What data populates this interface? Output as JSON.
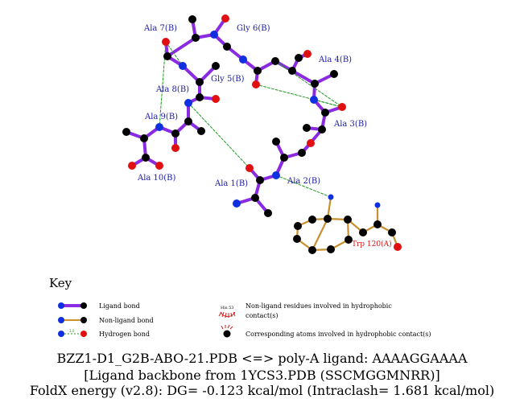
{
  "residue_labels": {
    "ala7": "Ala 7(B)",
    "gly6": "Gly 6(B)",
    "ala4": "Ala 4(B)",
    "gly5": "Gly 5(B)",
    "ala8": "Ala 8(B)",
    "ala3": "Ala 3(B)",
    "ala9": "Ala 9(B)",
    "ala10": "Ala 10(B)",
    "ala1": "Ala 1(B)",
    "ala2": "Ala 2(B)",
    "trp120": "Trp 120(A)"
  },
  "key": {
    "title": "Key",
    "ligand_bond": "Ligand bond",
    "nonligand_bond": "Non-ligand bond",
    "hbond": "Hydrogen bond",
    "hbond_dist": "3.0",
    "his_icon": "His 53",
    "hydrophobic_line1": "Non-ligand residues involved in hydrophobic",
    "hydrophobic_line2": "contact(s)",
    "corresponding": "Corresponding atoms involved in hydrophobic contact(s)"
  },
  "caption": {
    "line1": "BZZ1-D1_G2B-ABO-21.PDB <=> poly-A ligand: AAAAGGAAAA",
    "line2": "[Ligand backbone from 1YCS3.PDB (SSCMGGMNRR)]",
    "line3": "FoldX energy (v2.8): DG= -0.123 kcal/mol (Intraclash= 1.681 kcal/mol)"
  },
  "colors": {
    "ligand_bond": "#8a2be2",
    "nonligand_bond": "#c8902e",
    "hbond": "#1f9a1f",
    "carbon": "#000000",
    "nitrogen": "#1030e0",
    "oxygen": "#e01010",
    "label": "#1a1aa6",
    "trp_label": "#d81818"
  }
}
